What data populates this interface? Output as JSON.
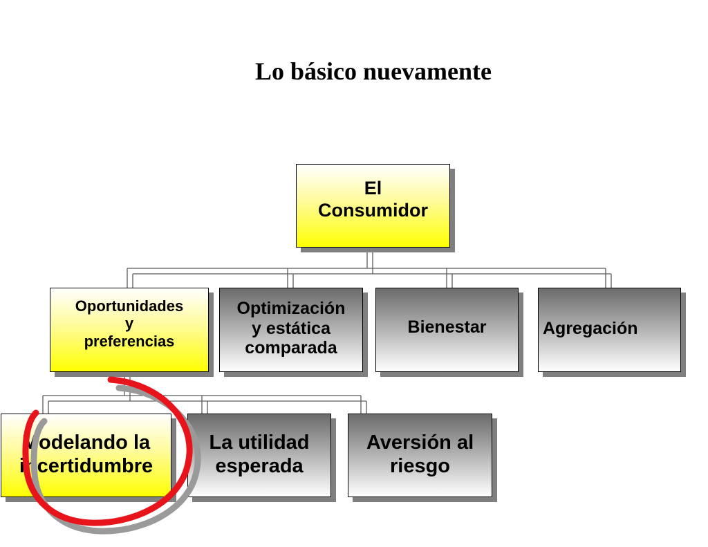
{
  "title": "Lo básico nuevamente",
  "nodes": {
    "root": "El\nConsumidor",
    "opportunities": "Oportunidades\ny\npreferencias",
    "optimization": "Optimización\ny estática\ncomparada",
    "welfare": "Bienestar",
    "aggregation": "Agregación",
    "uncertainty": "Modelando la\nincertidumbre",
    "expected_utility": "La utilidad\nesperada",
    "risk_aversion": "Aversión al\nriesgo"
  },
  "colors": {
    "highlight_circle": "#e8141c",
    "yellow_node": "#ffff00",
    "grey_node": "#8c8c8c"
  }
}
